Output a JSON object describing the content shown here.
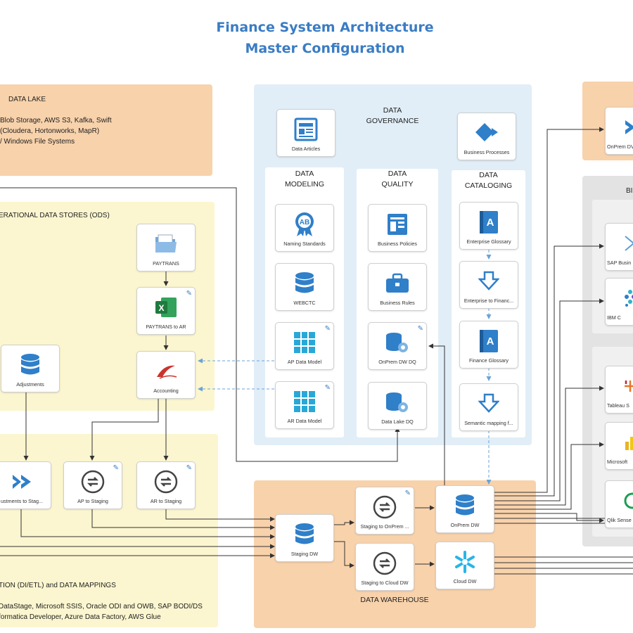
{
  "title": {
    "line1": "Finance System Architecture",
    "line2": "Master Configuration"
  },
  "regions": {
    "data_lake": {
      "heading": "DATA LAKE",
      "lines": [
        "Blob Storage, AWS S3, Kafka, Swift",
        "(Cloudera, Hortonworks, MapR)",
        "/ Windows File Systems"
      ]
    },
    "ods": {
      "heading": "ERATIONAL DATA STORES (ODS)"
    },
    "etl": {
      "heading": "TION (DI/ETL) and DATA MAPPINGS",
      "lines": [
        "DataStage, Microsoft SSIS, Oracle ODI and OWB, SAP BODI/DS",
        "formatica Developer, Azure Data Factory, AWS Glue"
      ]
    },
    "governance": {
      "heading_line1": "DATA",
      "heading_line2": "GOVERNANCE"
    },
    "modeling": {
      "line1": "DATA",
      "line2": "MODELING"
    },
    "quality": {
      "line1": "DATA",
      "line2": "QUALITY"
    },
    "cataloging": {
      "line1": "DATA",
      "line2": "CATALOGING"
    },
    "warehouse": {
      "heading": "DATA WAREHOUSE"
    },
    "bi": {
      "heading": "BI"
    }
  },
  "nodes": {
    "data_articles": "Data Articles",
    "business_processes": "Business Processes",
    "naming_standards": "Naming Standards",
    "webctc": "WEBCTC",
    "ap_data_model": "AP Data Model",
    "ar_data_model": "AR Data Model",
    "business_policies": "Business Policies",
    "business_rules": "Business Rules",
    "onprem_dw_dq": "OnPrem DW DQ",
    "data_lake_dq": "Data Lake DQ",
    "enterprise_glossary": "Enterprise Glossary",
    "enterprise_to_finance": "Enterprise to Financ...",
    "finance_glossary": "Finance Glossary",
    "semantic_mapping": "Semantic mapping f...",
    "paytrans": "PAYTRANS",
    "paytrans_to_ar": "PAYTRANS to AR",
    "accounting": "Accounting",
    "adjustments": "Adjustments",
    "adjustments_to_staging": "ustments to Stag...",
    "ap_to_staging": "AP to Staging",
    "ar_to_staging": "AR to Staging",
    "staging_dw": "Staging DW",
    "staging_to_onprem": "Staging to OnPrem ...",
    "staging_to_cloud": "Staging to Cloud DW",
    "onprem_dw": "OnPrem DW",
    "cloud_dw": "Cloud DW",
    "onprem_dw_right": "OnPrem DV",
    "sap_business": "SAP Busin",
    "ibm": "IBM C",
    "tableau": "Tableau S",
    "microsoft": "Microsoft",
    "qlik": "Qlik Sense"
  },
  "colors": {
    "title": "#3a7cc4",
    "icon_blue": "#2f7fc9",
    "excel_green": "#1f7a3f",
    "snowflake": "#29b5e8",
    "connector": "#333333",
    "dashed_connector": "#6aa3d8"
  }
}
